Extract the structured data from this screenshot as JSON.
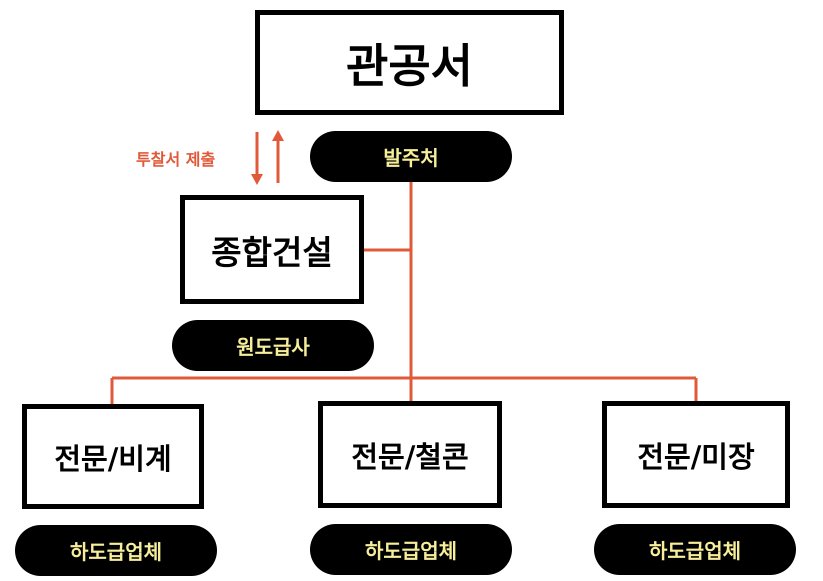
{
  "colors": {
    "line": "#e05a3a",
    "pill_text": "#f6ee9b",
    "box_border": "#000000"
  },
  "top": {
    "title": "관공서",
    "role": "발주처"
  },
  "general": {
    "title": "종합건설",
    "role": "원도급사"
  },
  "bid_label": "투찰서 제출",
  "specialists": [
    {
      "title": "전문/비계",
      "role": "하도급업체"
    },
    {
      "title": "전문/철콘",
      "role": "하도급업체"
    },
    {
      "title": "전문/미장",
      "role": "하도급업체"
    }
  ]
}
